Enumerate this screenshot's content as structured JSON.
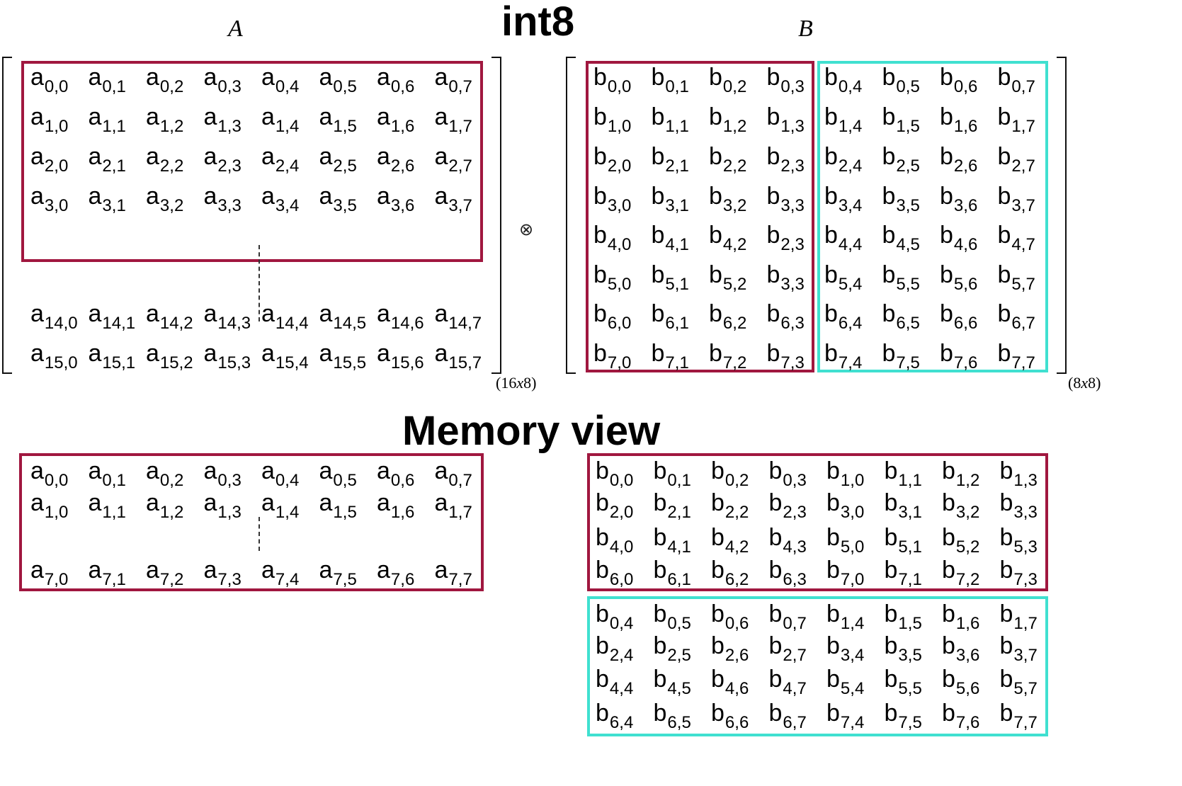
{
  "titles": {
    "top": "int8",
    "memory": "Memory view"
  },
  "matrix_a": {
    "label": "A",
    "dims": {
      "left": "(16",
      "var": "x",
      "right": "8)"
    },
    "rows": [
      [
        "a|0,0",
        "a|0,1",
        "a|0,2",
        "a|0,3",
        "a|0,4",
        "a|0,5",
        "a|0,6",
        "a|0,7"
      ],
      [
        "a|1,0",
        "a|1,1",
        "a|1,2",
        "a|1,3",
        "a|1,4",
        "a|1,5",
        "a|1,6",
        "a|1,7"
      ],
      [
        "a|2,0",
        "a|2,1",
        "a|2,2",
        "a|2,3",
        "a|2,4",
        "a|2,5",
        "a|2,6",
        "a|2,7"
      ],
      [
        "a|3,0",
        "a|3,1",
        "a|3,2",
        "a|3,3",
        "a|3,4",
        "a|3,5",
        "a|3,6",
        "a|3,7"
      ],
      [
        "a|14,0",
        "a|14,1",
        "a|14,2",
        "a|14,3",
        "a|14,4",
        "a|14,5",
        "a|14,6",
        "a|14,7"
      ],
      [
        "a|15,0",
        "a|15,1",
        "a|15,2",
        "a|15,3",
        "a|15,4",
        "a|15,5",
        "a|15,6",
        "a|15,7"
      ]
    ]
  },
  "operator": "⊗",
  "matrix_b": {
    "label": "B",
    "dims": {
      "left": "(8",
      "var": "x",
      "right": "8)"
    },
    "rows": [
      [
        "b|0,0",
        "b|0,1",
        "b|0,2",
        "b|0,3",
        "b|0,4",
        "b|0,5",
        "b|0,6",
        "b|0,7"
      ],
      [
        "b|1,0",
        "b|1,1",
        "b|1,2",
        "b|1,3",
        "b|1,4",
        "b|1,5",
        "b|1,6",
        "b|1,7"
      ],
      [
        "b|2,0",
        "b|2,1",
        "b|2,2",
        "b|2,3",
        "b|2,4",
        "b|2,5",
        "b|2,6",
        "b|2,7"
      ],
      [
        "b|3,0",
        "b|3,1",
        "b|3,2",
        "b|3,3",
        "b|3,4",
        "b|3,5",
        "b|3,6",
        "b|3,7"
      ],
      [
        "b|4,0",
        "b|4,1",
        "b|4,2",
        "b|2,3",
        "b|4,4",
        "b|4,5",
        "b|4,6",
        "b|4,7"
      ],
      [
        "b|5,0",
        "b|5,1",
        "b|5,2",
        "b|3,3",
        "b|5,4",
        "b|5,5",
        "b|5,6",
        "b|5,7"
      ],
      [
        "b|6,0",
        "b|6,1",
        "b|6,2",
        "b|6,3",
        "b|6,4",
        "b|6,5",
        "b|6,6",
        "b|6,7"
      ],
      [
        "b|7,0",
        "b|7,1",
        "b|7,2",
        "b|7,3",
        "b|7,4",
        "b|7,5",
        "b|7,6",
        "b|7,7"
      ]
    ]
  },
  "memory_a": {
    "rows": [
      [
        "a|0,0",
        "a|0,1",
        "a|0,2",
        "a|0,3",
        "a|0,4",
        "a|0,5",
        "a|0,6",
        "a|0,7"
      ],
      [
        "a|1,0",
        "a|1,1",
        "a|1,2",
        "a|1,3",
        "a|1,4",
        "a|1,5",
        "a|1,6",
        "a|1,7"
      ],
      [
        "a|7,0",
        "a|7,1",
        "a|7,2",
        "a|7,3",
        "a|7,4",
        "a|7,5",
        "a|7,6",
        "a|7,7"
      ]
    ]
  },
  "memory_b_red": {
    "rows": [
      [
        "b|0,0",
        "b|0,1",
        "b|0,2",
        "b|0,3",
        "b|1,0",
        "b|1,1",
        "b|1,2",
        "b|1,3"
      ],
      [
        "b|2,0",
        "b|2,1",
        "b|2,2",
        "b|2,3",
        "b|3,0",
        "b|3,1",
        "b|3,2",
        "b|3,3"
      ],
      [
        "b|4,0",
        "b|4,1",
        "b|4,2",
        "b|4,3",
        "b|5,0",
        "b|5,1",
        "b|5,2",
        "b|5,3"
      ],
      [
        "b|6,0",
        "b|6,1",
        "b|6,2",
        "b|6,3",
        "b|7,0",
        "b|7,1",
        "b|7,2",
        "b|7,3"
      ]
    ]
  },
  "memory_b_teal": {
    "rows": [
      [
        "b|0,4",
        "b|0,5",
        "b|0,6",
        "b|0,7",
        "b|1,4",
        "b|1,5",
        "b|1,6",
        "b|1,7"
      ],
      [
        "b|2,4",
        "b|2,5",
        "b|2,6",
        "b|2,7",
        "b|3,4",
        "b|3,5",
        "b|3,6",
        "b|3,7"
      ],
      [
        "b|4,4",
        "b|4,5",
        "b|4,6",
        "b|4,7",
        "b|5,4",
        "b|5,5",
        "b|5,6",
        "b|5,7"
      ],
      [
        "b|6,4",
        "b|6,5",
        "b|6,6",
        "b|6,7",
        "b|7,4",
        "b|7,5",
        "b|7,6",
        "b|7,7"
      ]
    ]
  },
  "colors": {
    "red": "#a0173f",
    "teal": "#40e0d0"
  }
}
